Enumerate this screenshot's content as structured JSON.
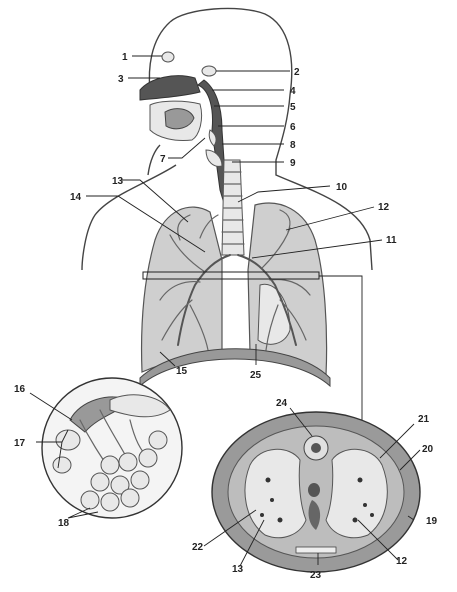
{
  "labels": [
    "1",
    "2",
    "3",
    "4",
    "5",
    "6",
    "7",
    "8",
    "9",
    "10",
    "11",
    "12",
    "13",
    "14",
    "15",
    "16",
    "17",
    "18",
    "19",
    "20",
    "21",
    "22",
    "23",
    "24",
    "25",
    "12",
    "13"
  ]
}
